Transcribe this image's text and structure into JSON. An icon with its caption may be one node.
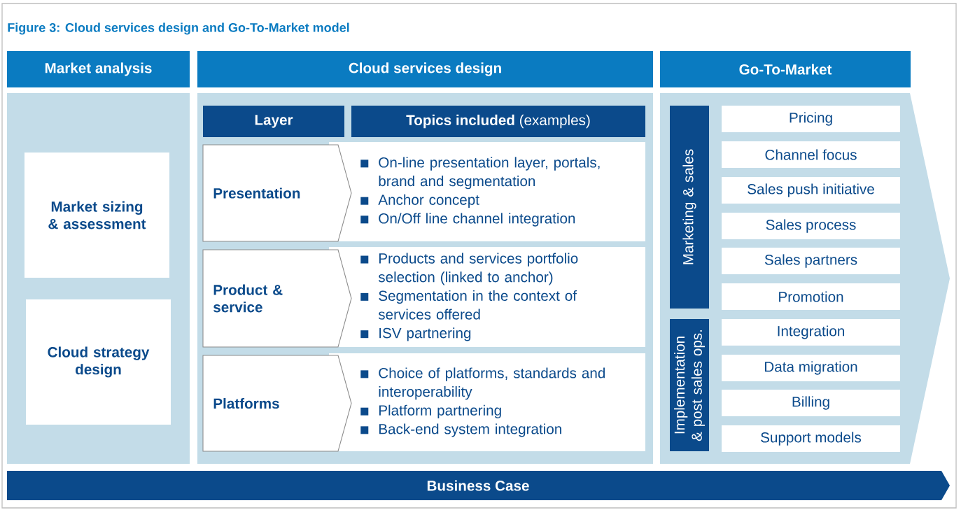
{
  "diagram": {
    "title": "Figure 3: Cloud services design and Go-To-Market model",
    "nodes": [
      {
        "text": [
          "Market analysis"
        ]
      },
      {
        "text": [
          "Cloud services design"
        ]
      },
      {
        "text": [
          "Go-To-Market"
        ]
      },
      {
        "text": [],
        "shape": "box"
      },
      {
        "text": [
          "Market sizing & assessment"
        ],
        "in": 3
      },
      {
        "text": [
          "Cloud strategy design"
        ],
        "in": 3
      },
      {
        "text": [],
        "shape": "box"
      },
      {
        "text": [
          "Layer"
        ],
        "in": 6
      },
      {
        "text": [
          "**Topics included** (examples)"
        ],
        "in": 6
      },
      {
        "text": [
          "Presentation"
        ],
        "in": 6
      },
      {
        "text": [
          "On-line presentation layer, portals, brand and segmentation",
          "Anchor concept",
          "On/Off line channel integration"
        ],
        "in": 6
      },
      {
        "text": [
          "Product & service"
        ],
        "in": 6
      },
      {
        "text": [
          "Products and services portfolio selection (linked to anchor)",
          "Segmentation in the context of services offered",
          "ISV partnering"
        ],
        "in": 6
      },
      {
        "text": [
          "Platforms"
        ],
        "in": 6
      },
      {
        "text": [
          "Choice of platforms, standards and interoperability",
          "Platform partnering",
          "Back-end system integration"
        ],
        "in": 6
      },
      {
        "text": [],
        "shape": "chevron"
      },
      {
        "text": [
          "Marketing & sales"
        ],
        "in": 15
      },
      {
        "text": [
          "Implementation & post sales ops."
        ],
        "in": 15
      },
      {
        "text": [
          "Pricing"
        ],
        "in": 15
      },
      {
        "text": [
          "Channel focus"
        ],
        "in": 15
      },
      {
        "text": [
          "Sales push initiative"
        ],
        "in": 15
      },
      {
        "text": [
          "Sales process"
        ],
        "in": 15
      },
      {
        "text": [
          "Sales partners"
        ],
        "in": 15
      },
      {
        "text": [
          "Promotion"
        ],
        "in": 15
      },
      {
        "text": [
          "Integration"
        ],
        "in": 15
      },
      {
        "text": [
          "Data migration"
        ],
        "in": 15
      },
      {
        "text": [
          "Billing"
        ],
        "in": 15
      },
      {
        "text": [
          "Support models"
        ],
        "in": 15
      },
      {
        "text": [
          "Business Case"
        ]
      }
    ]
  }
}
